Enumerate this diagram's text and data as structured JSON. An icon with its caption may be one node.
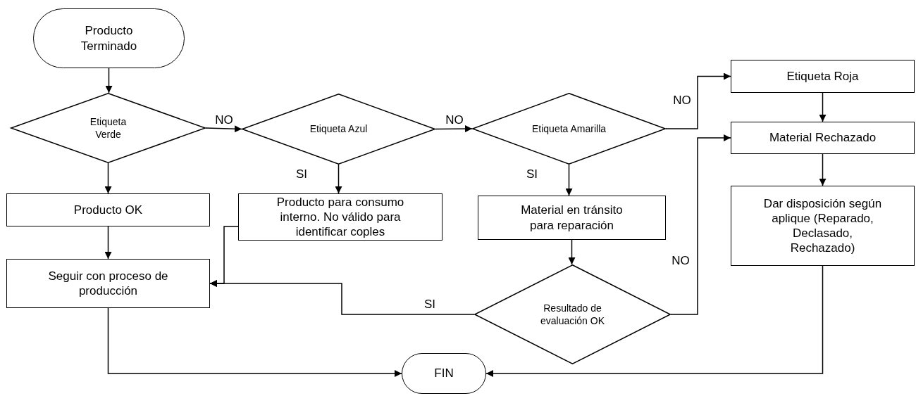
{
  "diagram": {
    "nodes": [
      {
        "text": [
          "Producto Terminado"
        ]
      },
      {
        "text": [
          "Etiqueta Verde"
        ]
      },
      {
        "text": [
          "Etiqueta Azul"
        ]
      },
      {
        "text": [
          "Etiqueta Amarilla"
        ]
      },
      {
        "text": [
          "Etiqueta Roja"
        ]
      },
      {
        "text": [
          "Material Rechazado"
        ]
      },
      {
        "text": [
          "Producto OK"
        ]
      },
      {
        "text": [
          "Producto para consumo interno. No válido para identificar coples"
        ]
      },
      {
        "text": [
          "Material en tránsito para reparación"
        ]
      },
      {
        "text": [
          "Dar disposición según aplique (Reparado, Declasado, Rechazado)"
        ]
      },
      {
        "text": [
          "Seguir con proceso de producción"
        ]
      },
      {
        "text": [
          "Resultado de evaluación OK"
        ]
      },
      {
        "text": [
          "FIN"
        ]
      }
    ],
    "edges": [
      {
        "from": 0,
        "to": 1,
        "arrow": "to"
      },
      {
        "from": 1,
        "to": 2,
        "arrow": "to",
        "label": "NO"
      },
      {
        "from": 2,
        "to": 3,
        "arrow": "to",
        "label": "NO"
      },
      {
        "from": 3,
        "to": 4,
        "arrow": "to",
        "label": "NO"
      },
      {
        "from": 4,
        "to": 5,
        "arrow": "to"
      },
      {
        "from": 5,
        "to": 9,
        "arrow": "to"
      },
      {
        "from": 1,
        "to": 6,
        "arrow": "to"
      },
      {
        "from": 2,
        "to": 7,
        "arrow": "to",
        "label": "SI"
      },
      {
        "from": 3,
        "to": 8,
        "arrow": "to",
        "label": "SI"
      },
      {
        "from": 8,
        "to": 11,
        "arrow": "to"
      },
      {
        "from": 6,
        "to": 10,
        "arrow": "to"
      },
      {
        "from": 7,
        "to": 10,
        "arrow": "to"
      },
      {
        "from": 11,
        "to": 10,
        "arrow": "to",
        "label": "SI"
      },
      {
        "from": 11,
        "to": 5,
        "arrow": "to",
        "label": "NO"
      },
      {
        "from": 10,
        "to": 12,
        "arrow": "to"
      },
      {
        "from": 9,
        "to": 12,
        "arrow": "to"
      }
    ]
  }
}
